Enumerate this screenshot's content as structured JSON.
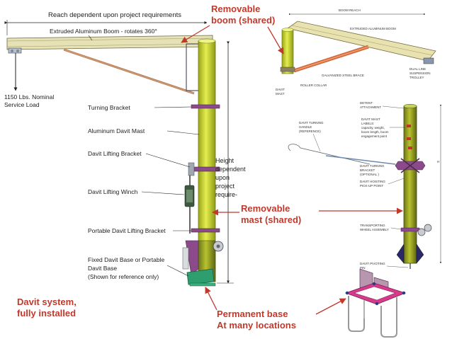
{
  "left_diagram": {
    "reach_label": "Reach dependent upon project requirements",
    "boom_label": "Extruded Aluminum Boom - rotates 360°",
    "load_line1": "1150 Lbs. Nominal",
    "load_line2": "Service Load",
    "turning_bracket": "Turning Bracket",
    "davit_mast": "Aluminum Davit Mast",
    "lifting_bracket": "Davit Lifting Bracket",
    "lifting_winch": "Davit Lifting Winch",
    "portable_bracket": "Portable Davit Lifting Bracket",
    "base_line1": "Fixed Davit Base or Portable",
    "base_line2": "Davit Base",
    "base_line3": "(Shown for  reference only)",
    "height_lines": [
      "Height",
      "dependent",
      "upon",
      "project",
      "require-"
    ]
  },
  "callouts": {
    "boom_line1": "Removable",
    "boom_line2": "boom (shared)",
    "mast_line1": "Removable",
    "mast_line2": "mast (shared)",
    "installed_line1": "Davit system,",
    "installed_line2": "fully installed",
    "base_line1": "Permanent base",
    "base_line2": "At many locations"
  },
  "top_right_diagram": {
    "boom_reach": "BOOM REACH",
    "extruded_boom": "EXTRUDED ALUMINUM BOOM",
    "galvanized_brace": "GALVANIZED STEEL BRACE",
    "roller_collar": "ROLLER COLLAR",
    "davit_mast_line1": "DAVIT",
    "davit_mast_line2": "MAST",
    "trolley_line1": "DUAL LINE",
    "trolley_line2": "SUSPENSION",
    "trolley_line3": "TROLLEY"
  },
  "mid_right_diagram": {
    "detent_line1": "DETENT",
    "detent_line2": "ATTACHMENT",
    "mast_labels_line1": "DAVIT MAST",
    "mast_labels_line2": "LABELS:",
    "mast_labels_line3": "capacity, weight,",
    "mast_labels_line4": "boom length, boom",
    "mast_labels_line5": "engagement point",
    "handle_line1": "DAVIT TURNING",
    "handle_line2": "HANDLE",
    "handle_line3": "(REFERENCE)",
    "turning_bracket_line1": "DAVIT TURNING",
    "turning_bracket_line2": "BRACKET",
    "turning_bracket_line3": "(OPTIONAL )",
    "hoisting_line1": "DAVIT HOISTING",
    "hoisting_line2": "PICK-UP POINT",
    "transport_line1": "TRANSPORTING",
    "transport_line2": "WHEEL ASSEMBLY",
    "pivot_line1": "DAVIT PIVOTING",
    "pivot_line2": "PIN",
    "height_mark": "H"
  },
  "colors": {
    "callout_red": "#c0392b",
    "mast_yellow": "#c8d428",
    "boom_beige": "#e6e2b6",
    "base_green": "#2e9e6e",
    "base_magenta": "#d63a8a",
    "brace_orange": "#d2683c"
  }
}
